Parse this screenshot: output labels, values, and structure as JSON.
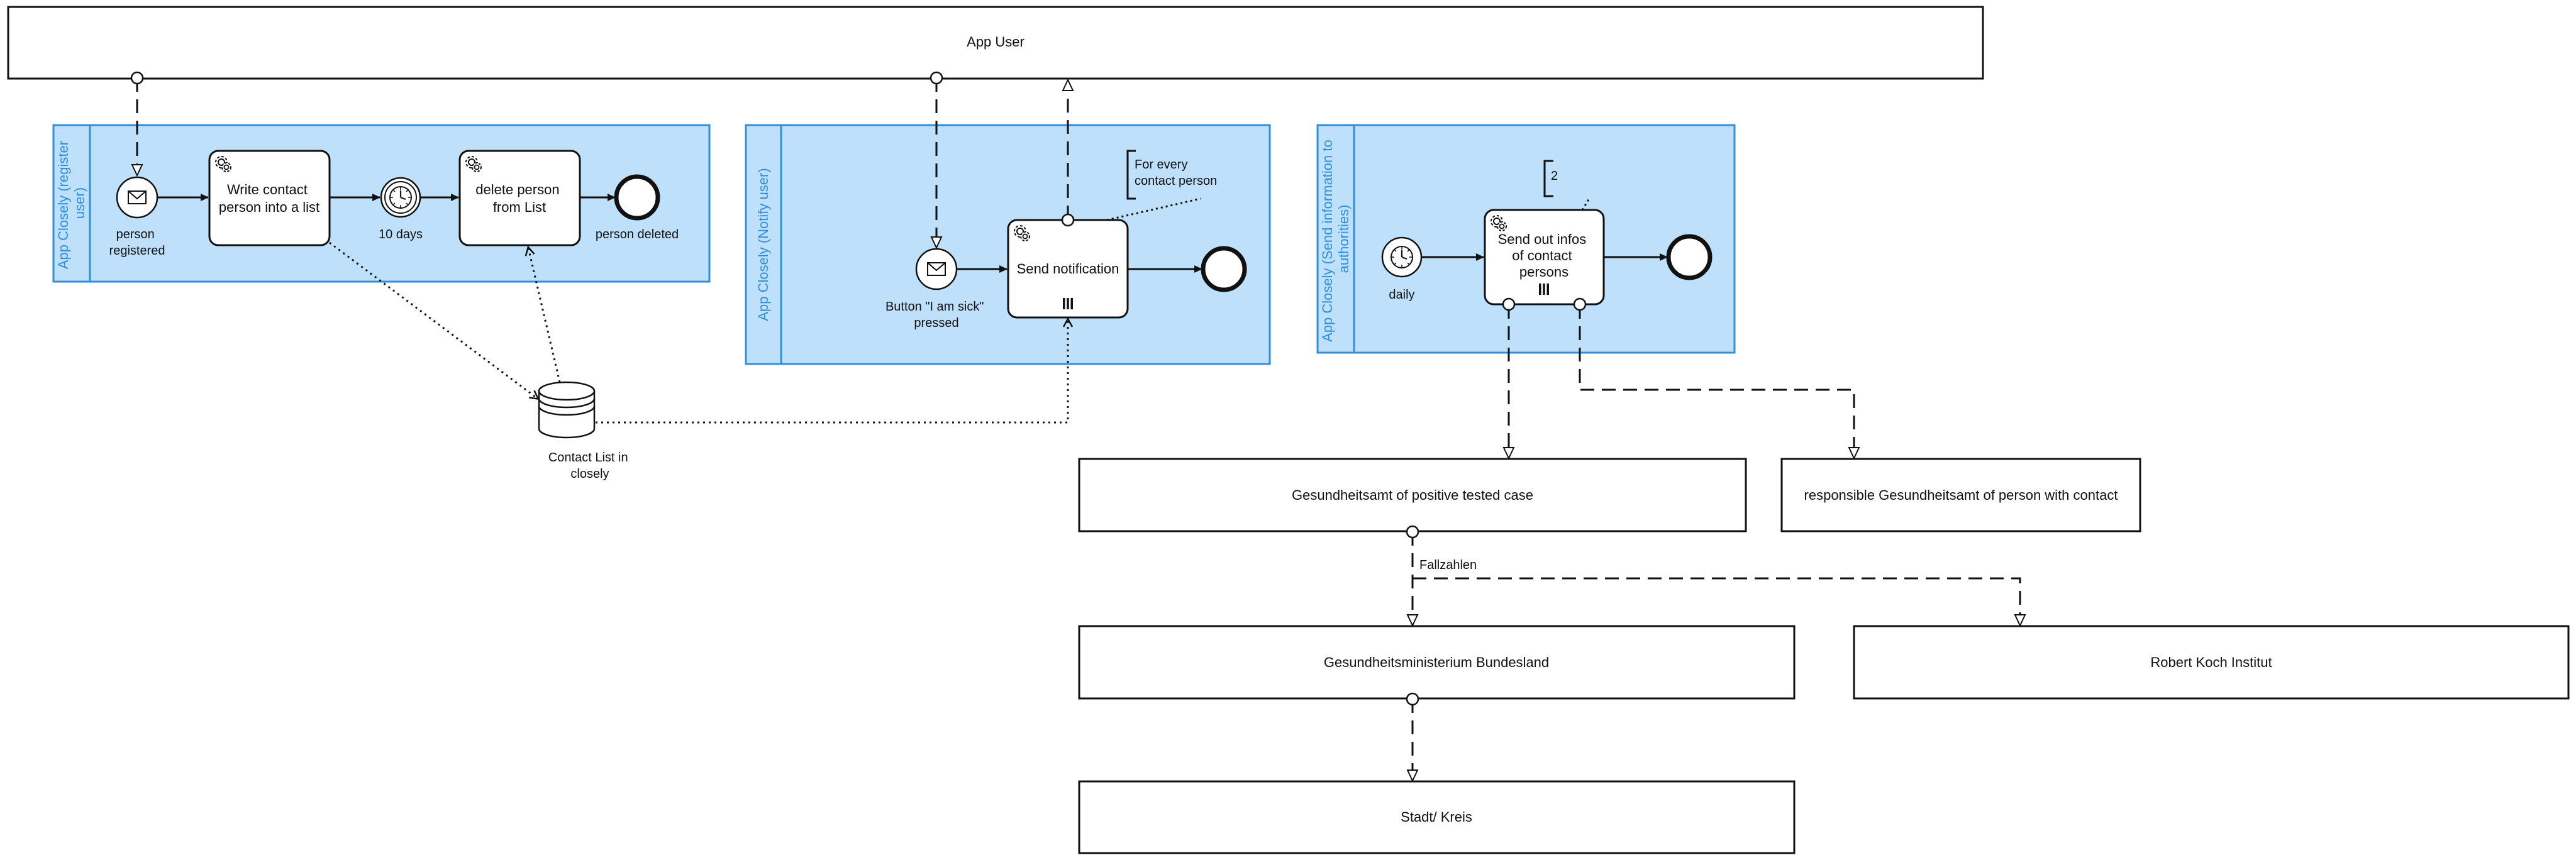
{
  "pools": {
    "app_user": "App User",
    "gesundheitsamt_positive": "Gesundheitsamt of positive tested case",
    "gesundheitsamt_contact": "responsible Gesundheitsamt of person with contact",
    "ministerium": "Gesundheitsministerium Bundesland",
    "rki": "Robert Koch Institut",
    "stadt": "Stadt/ Kreis"
  },
  "lanes": {
    "register": [
      "App Closely (register",
      "user)"
    ],
    "notify": "App Closely (Notify user)",
    "authorities": [
      "App Closely (Send information to",
      "authorities)"
    ]
  },
  "events": {
    "person_registered": [
      "person",
      "registered"
    ],
    "ten_days": "10 days",
    "person_deleted": "person deleted",
    "button_pressed": [
      "Button \"I am sick\"",
      "pressed"
    ],
    "daily": "daily"
  },
  "tasks": {
    "write_contact": [
      "Write contact",
      "person into a list"
    ],
    "delete_person": [
      "delete person",
      "from List"
    ],
    "send_notification": "Send notification",
    "send_infos": [
      "Send out infos",
      "of contact",
      "persons"
    ]
  },
  "annotations": {
    "for_every": [
      "For every",
      "contact person"
    ],
    "two": "2"
  },
  "data_store": [
    "Contact List in",
    "closely"
  ],
  "flows": {
    "fallzahlen": "Fallzahlen"
  },
  "colors": {
    "lane_fill": "#bfe0fa",
    "lane_stroke": "#2f8fdc",
    "stroke": "#111111"
  }
}
